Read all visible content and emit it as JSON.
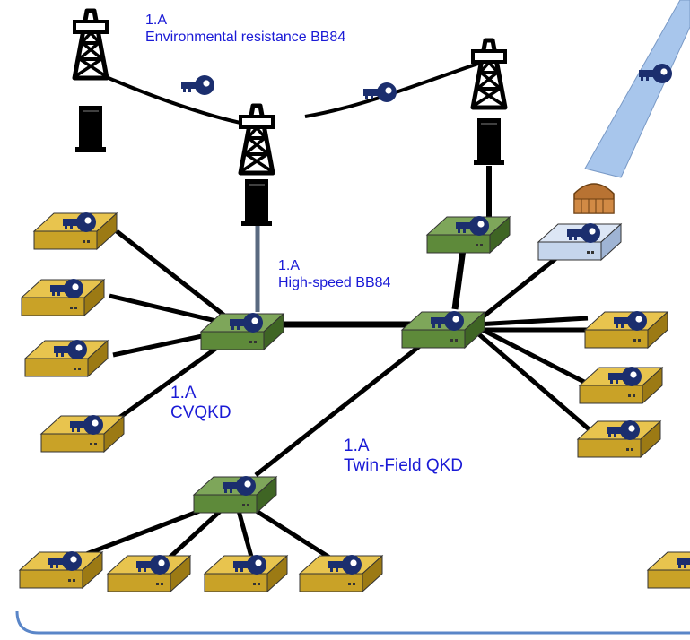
{
  "labels": {
    "environmental": {
      "line1": "1.A",
      "line2": "Environmental resistance BB84"
    },
    "highspeed": {
      "line1": "1.A",
      "line2": "High-speed BB84"
    },
    "cvqkd": {
      "line1": "1.A",
      "line2": "CVQKD"
    },
    "twinfield": {
      "line1": "1.A",
      "line2": "Twin-Field QKD"
    }
  },
  "colors": {
    "node_gold": "#c9a227",
    "node_green": "#5e8a3a",
    "node_blue": "#c5d5ec",
    "key": "#1b2e6e",
    "label": "#1a1ad6",
    "link": "#000000",
    "fiber_grey": "#5a6a80",
    "beam": "#9fc0ea",
    "frame": "#5a86c8"
  },
  "icons": {
    "node_icon": "key-icon",
    "tower_icon": "power-tower-icon",
    "terminal_icon": "terminal-icon",
    "telescope_icon": "telescope-icon",
    "beam_icon": "free-space-beam"
  }
}
